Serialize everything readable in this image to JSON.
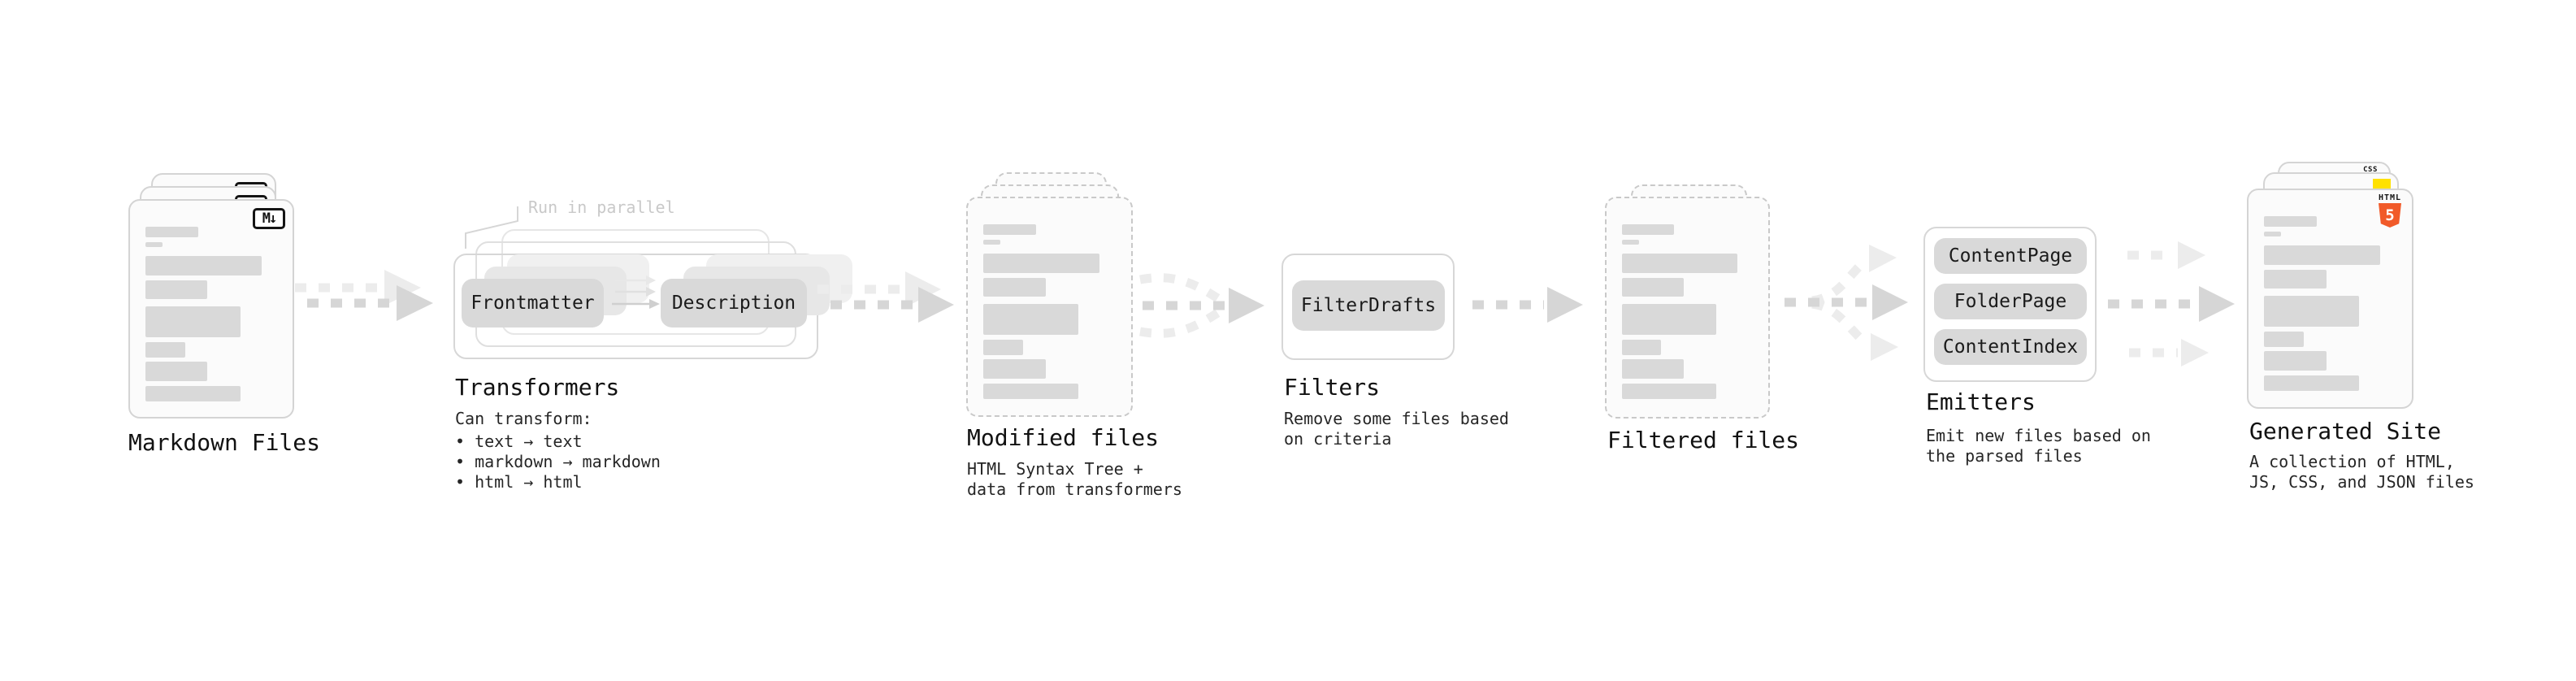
{
  "markdown": {
    "label": "Markdown Files",
    "badge": "M↓"
  },
  "transformers": {
    "label": "Transformers",
    "callout": "Run in parallel",
    "pill_left": "Frontmatter",
    "pill_right": "Description",
    "notes_title": "Can transform:",
    "notes": [
      "• text → text",
      "• markdown → markdown",
      "• html → html"
    ]
  },
  "modified": {
    "label": "Modified files",
    "subtitle": "HTML Syntax Tree +\ndata from transformers"
  },
  "filters": {
    "label": "Filters",
    "pill": "FilterDrafts",
    "subtitle": "Remove some files based\non criteria"
  },
  "filtered": {
    "label": "Filtered files"
  },
  "emitters": {
    "label": "Emitters",
    "pills": [
      "ContentPage",
      "FolderPage",
      "ContentIndex"
    ],
    "subtitle": "Emit new files based on\nthe parsed files"
  },
  "generated": {
    "label": "Generated Site",
    "subtitle": "A collection of HTML,\nJS, CSS, and JSON files",
    "badges": {
      "html_word": "HTML",
      "html_number": "5",
      "css": "CSS"
    }
  },
  "colors": {
    "html5_orange": "#f15a29",
    "js_yellow": "#ffe100",
    "css_blue": "#2965f1",
    "markdown_black": "#141414",
    "arrow_dark": "#d6d6d6",
    "arrow_light": "#ececec"
  }
}
